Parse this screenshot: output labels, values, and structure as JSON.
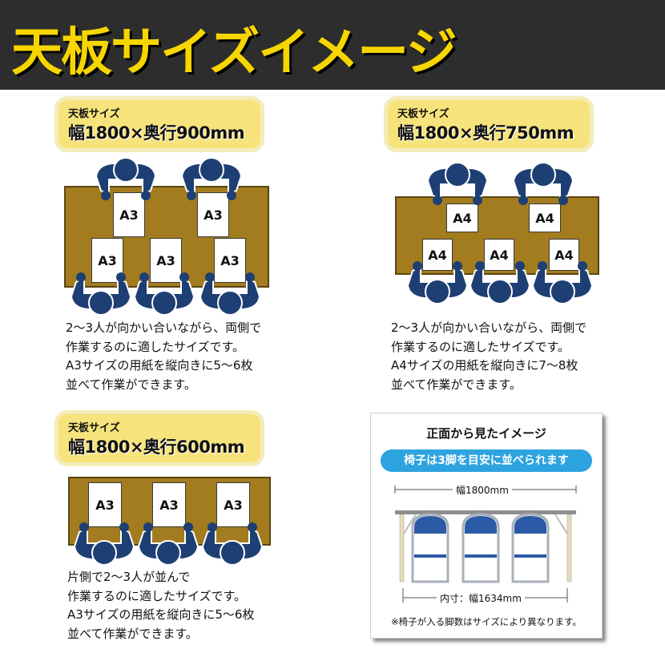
{
  "title": "天板サイズイメージ",
  "panels": [
    {
      "label": "天板サイズ",
      "size": "幅1800×奥行900mm",
      "paper": "A3",
      "lines": [
        "2～3人が向かい合いながら、両側で",
        "作業するのに適したサイズです。",
        "A3サイズの用紙を縦向きに5～6枚",
        "並べて作業ができます。"
      ]
    },
    {
      "label": "天板サイズ",
      "size": "幅1800×奥行750mm",
      "paper": "A4",
      "lines": [
        "2～3人が向かい合いながら、両側で",
        "作業するのに適したサイズです。",
        "A4サイズの用紙を縦向きに7～8枚",
        "並べて作業ができます。"
      ]
    },
    {
      "label": "天板サイズ",
      "size": "幅1800×奥行600mm",
      "paper": "A3",
      "lines": [
        "片側で2～3人が並んで",
        "作業するのに適したサイズです。",
        "A3サイズの用紙を縦向きに5～6枚",
        "並べて作業ができます。"
      ]
    }
  ],
  "front": {
    "title": "正面から見たイメージ",
    "banner": "椅子は3脚を目安に並べられます",
    "width": "幅1800mm",
    "inner": "内寸：幅1634mm",
    "note": "※椅子が入る脚数はサイズにより異なります。"
  },
  "colors": {
    "navy": "#1d3f73",
    "table": "#a27c1e",
    "yellow": "#f7d600",
    "blue": "#2da3df"
  }
}
